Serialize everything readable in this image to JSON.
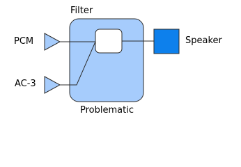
{
  "filter": {
    "title": "Filter",
    "caption": "Problematic",
    "fill": "#a6ccfc"
  },
  "inputs": [
    {
      "label": "PCM"
    },
    {
      "label": "AC-3"
    }
  ],
  "output": {
    "label": "Speaker",
    "fill": "#0d80ec"
  },
  "colors": {
    "input_triangle": "#a6ccfc",
    "stroke": "#2b2b2b",
    "processor_fill": "#ffffff"
  }
}
